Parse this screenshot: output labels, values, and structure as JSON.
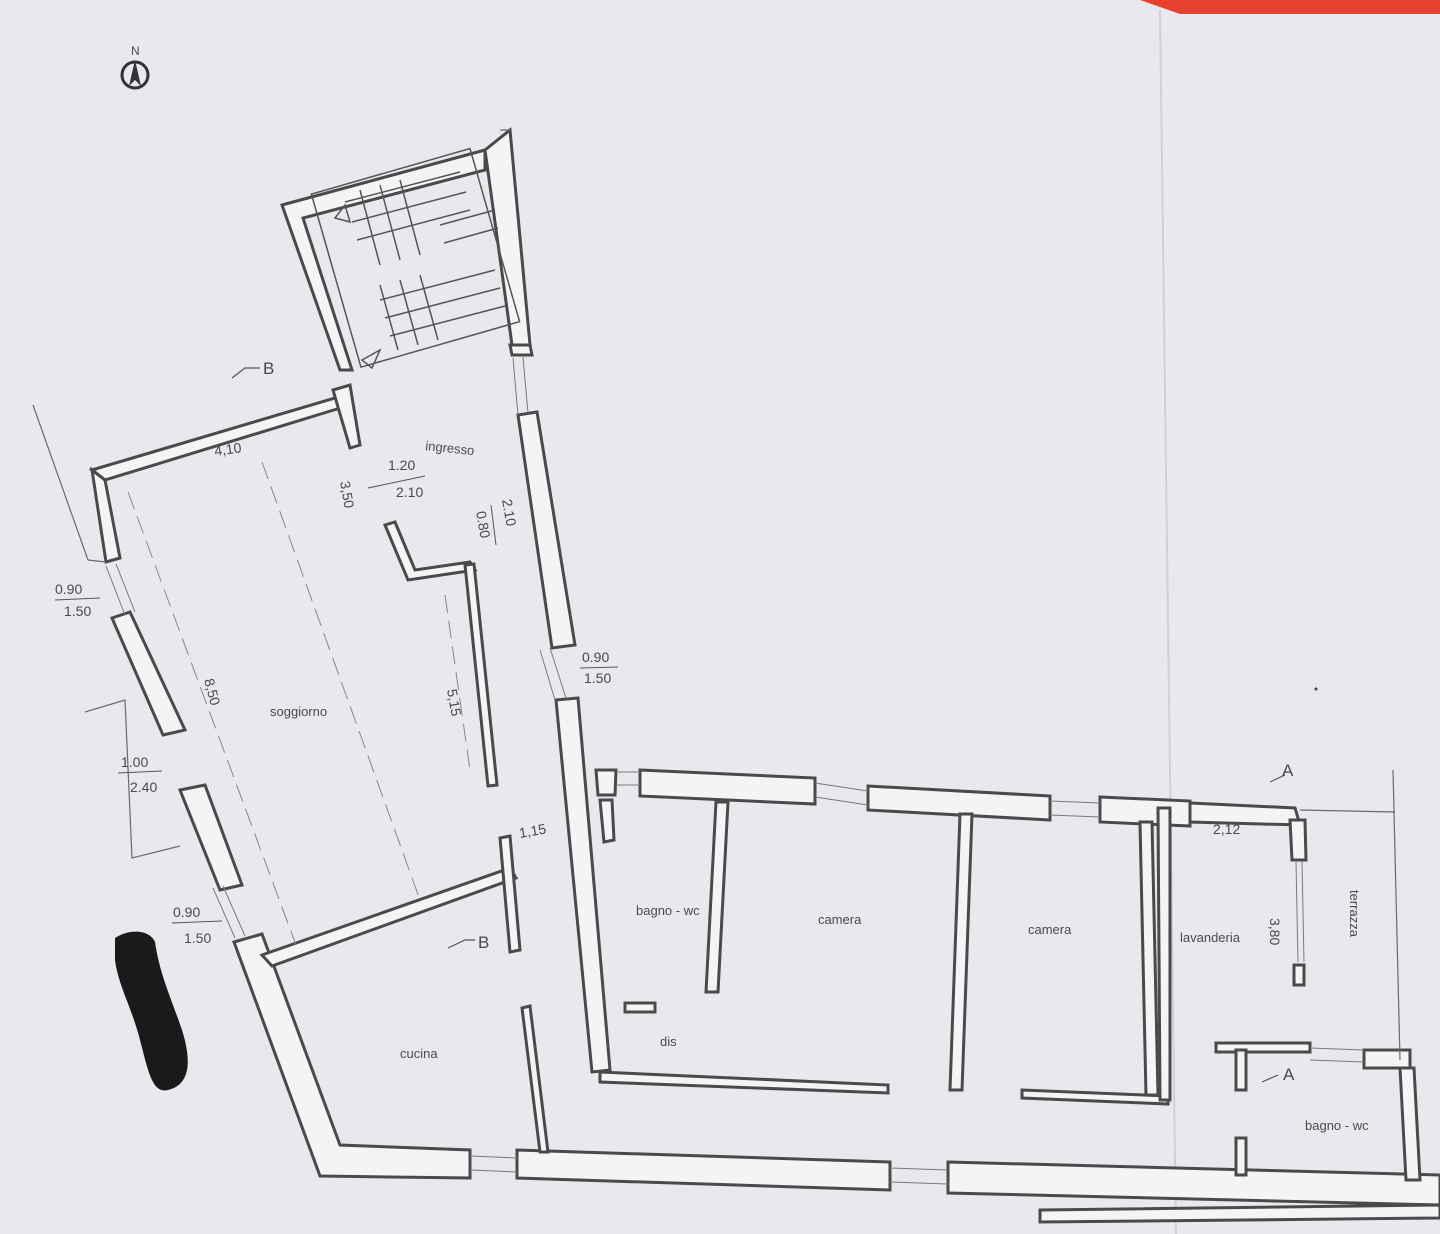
{
  "plan": {
    "north": "N",
    "rooms": {
      "ingresso": "ingresso",
      "soggiorno": "soggiorno",
      "cucina": "cucina",
      "bagno_wc_1": "bagno - wc",
      "dis": "dis",
      "camera_1": "camera",
      "camera_2": "camera",
      "lavanderia": "lavanderia",
      "terrazza": "terrazza",
      "bagno_wc_2": "bagno - wc"
    },
    "section_marks": {
      "b_top": "B",
      "b_bottom": "B",
      "a_top": "A",
      "a_bottom": "A"
    },
    "dimensions": {
      "soggiorno_width": "4,10",
      "door_w": "1.20",
      "door_h": "2.10",
      "ingresso_depth": "3,50",
      "corridor_w": "0.80",
      "corridor_h": "2.10",
      "win_left_w": "0.90",
      "win_left_h": "1.50",
      "soggiorno_length": "8,50",
      "wall_length": "5,15",
      "win_right_w": "0.90",
      "win_right_h": "1.50",
      "opening_w": "1.00",
      "opening_h": "2.40",
      "passage": "1,15",
      "win_bottom_w": "0.90",
      "win_bottom_h": "1.50",
      "lavanderia_w": "2,12",
      "lavanderia_l": "3,80"
    }
  }
}
